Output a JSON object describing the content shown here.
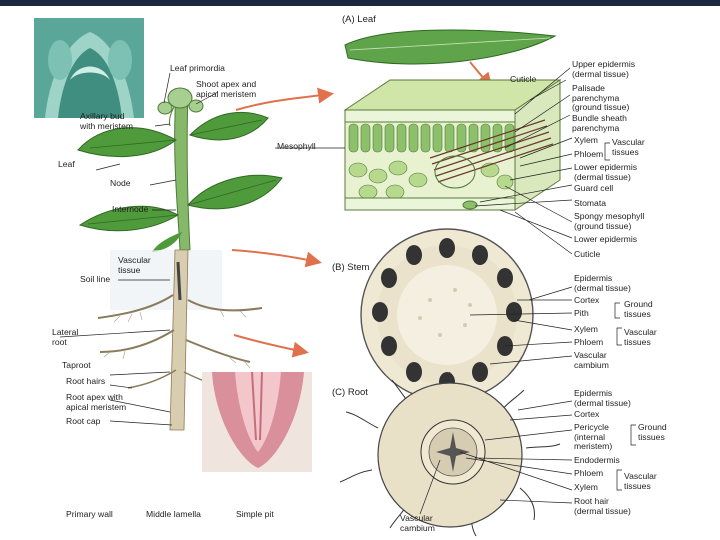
{
  "plant": {
    "leaf_primordia": "Leaf primordia",
    "shoot_apex": "Shoot apex and\napical meristem",
    "axillary_bud": "Axillary bud\nwith meristem",
    "leaf": "Leaf",
    "node": "Node",
    "internode": "Internode",
    "mesophyll": "Mesophyll",
    "vascular_tissue": "Vascular\ntissue",
    "soil_line": "Soil line",
    "lateral_root": "Lateral\nroot",
    "taproot": "Taproot",
    "root_hairs": "Root hairs",
    "root_apex": "Root apex with\napical meristem",
    "root_cap": "Root cap"
  },
  "cell_wall": {
    "primary_wall": "Primary wall",
    "middle_lamella": "Middle lamella",
    "simple_pit": "Simple pit"
  },
  "leaf_panel": {
    "title": "(A) Leaf",
    "cuticle_top": "Cuticle",
    "upper_epidermis": "Upper epidermis\n(dermal tissue)",
    "palisade": "Palisade\nparenchyma\n(ground tissue)",
    "bundle_sheath": "Bundle sheath\nparenchyma",
    "xylem": "Xylem",
    "phloem": "Phloem",
    "vascular_tissues": "Vascular\ntissues",
    "lower_epidermis_dermal": "Lower epidermis\n(dermal tissue)",
    "guard_cell": "Guard cell",
    "stomata": "Stomata",
    "spongy": "Spongy mesophyll\n(ground tissue)",
    "lower_epidermis": "Lower epidermis",
    "cuticle_bottom": "Cuticle"
  },
  "stem_panel": {
    "title": "(B) Stem",
    "epidermis": "Epidermis\n(dermal tissue)",
    "cortex": "Cortex",
    "pith": "Pith",
    "ground_tissues": "Ground\ntissues",
    "xylem": "Xylem",
    "phloem": "Phloem",
    "vascular_tissues": "Vascular\ntissues",
    "vascular_cambium": "Vascular\ncambium"
  },
  "root_panel": {
    "title": "(C) Root",
    "epidermis": "Epidermis\n(dermal tissue)",
    "cortex": "Cortex",
    "pericycle": "Pericycle\n(internal\nmeristem)",
    "ground_tissues": "Ground\ntissues",
    "endodermis": "Endodermis",
    "phloem": "Phloem",
    "xylem": "Xylem",
    "vascular_tissues": "Vascular\ntissues",
    "root_hair": "Root hair\n(dermal tissue)",
    "vascular_cambium": "Vascular\ncambium"
  },
  "colors": {
    "leaf_green": "#4f9a3a",
    "stem_green": "#86b86a",
    "root_tan": "#d9cdb0",
    "arrow_red": "#e0714d",
    "micrograph_teal": "#5aa79a",
    "root_tip_pink": "#d9909a"
  }
}
